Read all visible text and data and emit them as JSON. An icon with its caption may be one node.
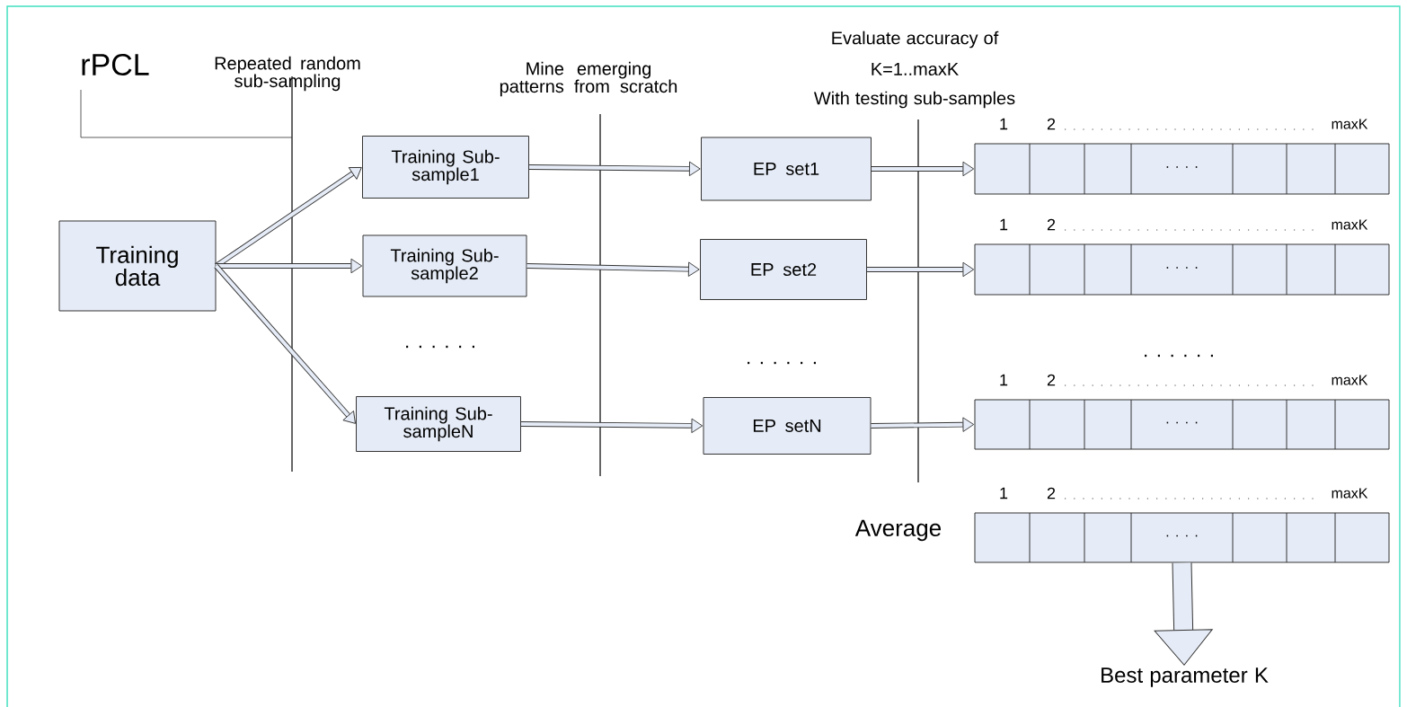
{
  "diagram": {
    "nodes": [
      {
        "text": [
          "Training data"
        ]
      },
      {
        "text": [
          "Training Sub-sample1"
        ]
      },
      {
        "text": [
          "Training Sub-sample2"
        ]
      },
      {
        "text": [
          "Training Sub-sampleN"
        ]
      },
      {
        "text": [
          "EP set1"
        ]
      },
      {
        "text": [
          "EP set2"
        ]
      },
      {
        "text": [
          "EP setN"
        ]
      },
      {
        "text": [
          ". . . ."
        ],
        "beside": [
          "1",
          "2",
          "maxK"
        ]
      },
      {
        "text": [
          ". . . ."
        ],
        "beside": [
          "1",
          "2",
          "maxK"
        ]
      },
      {
        "text": [
          ". . . ."
        ],
        "beside": [
          "1",
          "2",
          "maxK"
        ]
      },
      {
        "text": [
          ". . . ."
        ],
        "beside": [
          "1",
          "2",
          "maxK",
          "Average"
        ]
      },
      {
        "text": [
          "Best parameter K"
        ]
      }
    ],
    "edges": [
      {
        "from": 0,
        "to": 1,
        "arrow": "to"
      },
      {
        "from": 0,
        "to": 2,
        "arrow": "to"
      },
      {
        "from": 0,
        "to": 3,
        "arrow": "to"
      },
      {
        "from": 1,
        "to": 4,
        "arrow": "to"
      },
      {
        "from": 2,
        "to": 5,
        "arrow": "to"
      },
      {
        "from": 3,
        "to": 6,
        "arrow": "to"
      },
      {
        "from": 4,
        "to": 7,
        "arrow": "to"
      },
      {
        "from": 5,
        "to": 8,
        "arrow": "to"
      },
      {
        "from": 6,
        "to": 9,
        "arrow": "to"
      },
      {
        "from": 10,
        "to": 11,
        "arrow": "to",
        "style": "thick"
      }
    ],
    "labels": [
      "rPCL",
      "Repeated random sub-sampling",
      "Mine emerging patterns from scratch",
      "Evaluate accuracy of",
      "K=1..maxK",
      "With testing sub-samples",
      ". . . . . .",
      ". . . . . .",
      ". . . . . ."
    ]
  }
}
